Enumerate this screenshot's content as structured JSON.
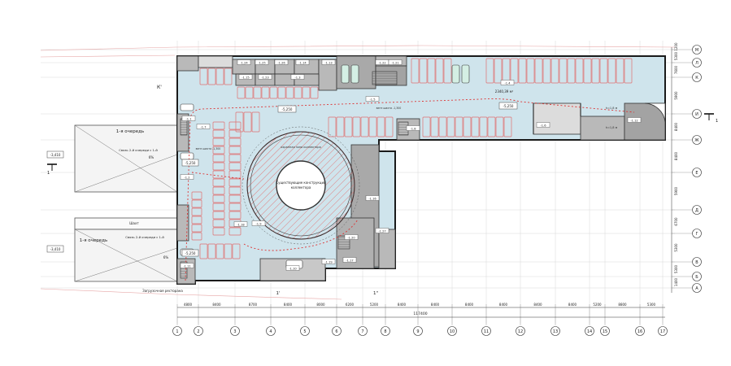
{
  "axes_letters": [
    "М",
    "Л",
    "К",
    "И",
    "Ж",
    "Е",
    "Д",
    "Г",
    "В",
    "Б",
    "А"
  ],
  "axes_letter_dims": [
    "1200",
    "5300",
    "7600",
    "5900",
    "8400",
    "8400",
    "5900",
    "6700",
    "5300",
    "5300",
    "1400"
  ],
  "axes_numbers": [
    "1",
    "2",
    "3",
    "4",
    "5",
    "6",
    "7",
    "8",
    "9",
    "10",
    "11",
    "12",
    "13",
    "14",
    "15",
    "16",
    "17"
  ],
  "axes_number_dims": [
    "4800",
    "8400",
    "8700",
    "8400",
    "8000",
    "6200",
    "5200",
    "8400",
    "8400",
    "8400",
    "8400",
    "8400",
    "8400",
    "5200",
    "8800",
    "5300"
  ],
  "overall_dim": "117400",
  "cut_markers": [
    "1",
    "1"
  ],
  "levels": {
    "top": "-5,250",
    "left_upper": "-5,250",
    "left_lower": "-5,250",
    "right": "-5,250",
    "outside_upper": "-3,410",
    "outside_lower": "-3,410"
  },
  "ramps": {
    "upper_title": "1-я очередь",
    "upper_link": "Связь 2-й очереди с 1-й",
    "upper_slope": "6%",
    "lower_title": "1-я очередь",
    "lower_link": "Связь 2-й очереди с 1-й",
    "lower_slope": "6%",
    "shaft": "Шахт"
  },
  "labels": {
    "rotunda_outer": "охранная зона коллектора",
    "rotunda_inner_1": "Существующие конструкции",
    "rotunda_inner_2": "коллектора",
    "area": "2340,39 м²",
    "unloading": "Загрузочная ресторана",
    "axis_k_prime": "К'",
    "axis_1_prime": "1'",
    "axis_1_dprime": "1\"",
    "smoke_1": "вент.шахта -1,300",
    "smoke_2": "вент.шахта -1,300",
    "h1": "h=1,8 м",
    "h2": "h=1,8 м"
  },
  "rooms": [
    "-1.24",
    "-1.25",
    "-1.26",
    "-1.14",
    "-1.13",
    "-1.22",
    "-1.21",
    "-1.15",
    "-1.23",
    "-1.3",
    "-1.4",
    "-1.5",
    "-1.6",
    "-1.8",
    "-1.9",
    "-1.10",
    "-1.11",
    "-1.1",
    "-1.2",
    "-1.18",
    "-1.16",
    "-1.17",
    "-1.19",
    "-1.27",
    "-1.20",
    "-1.12",
    "-1.7"
  ]
}
